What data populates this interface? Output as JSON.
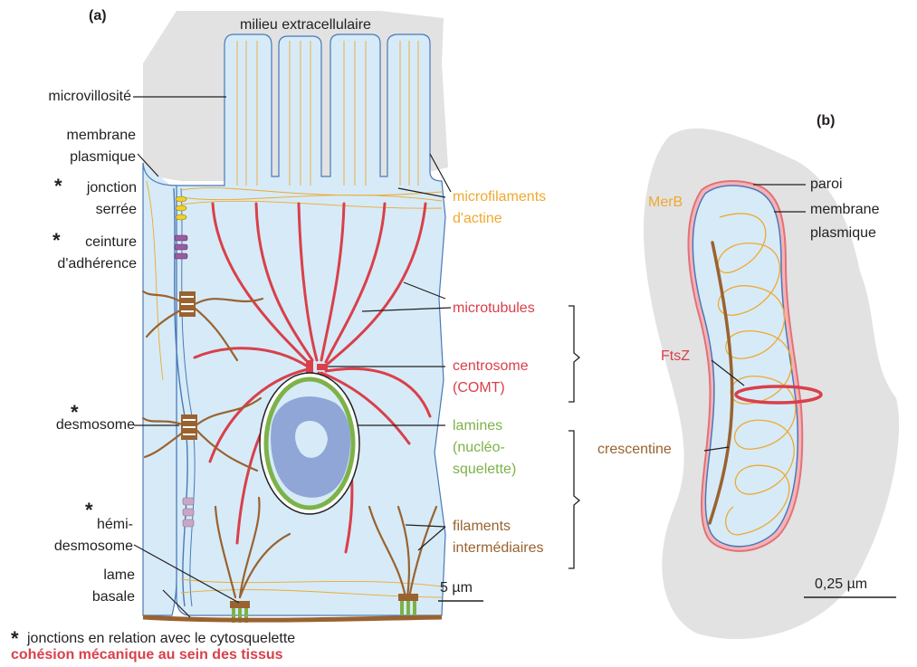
{
  "panel_a": {
    "tag": "(a)",
    "extracellular": "milieu extracellulaire",
    "microvillus": "microvillosité",
    "membrane_l1": "membrane",
    "membrane_l2": "plasmique",
    "tight_l1": "jonction",
    "tight_l2": "serrée",
    "adherens_l1": "ceinture",
    "adherens_l2": "d'adhérence",
    "desmosome": "desmosome",
    "hemi_l1": "hémi-",
    "hemi_l2": "desmosome",
    "lamina_l1": "lame",
    "lamina_l2": "basale",
    "actin_l1": "microfilaments",
    "actin_l2": "d'actine",
    "microtubules": "microtubules",
    "centrosome_l1": "centrosome",
    "centrosome_l2": "(COMT)",
    "lamins_l1": "lamines",
    "lamins_l2": "(nucléo-",
    "lamins_l3": "squelette)",
    "if_l1": "filaments",
    "if_l2": "intermédiaires",
    "scale": "5 µm",
    "footnote": "jonctions en relation avec le cytosquelette",
    "footnote_bold": "cohésion mécanique au sein des tissus",
    "star": "*"
  },
  "panel_b": {
    "tag": "(b)",
    "merb": "MerB",
    "paroi": "paroi",
    "membrane_l1": "membrane",
    "membrane_l2": "plasmique",
    "ftsz": "FtsZ",
    "crescentin": "crescentine",
    "scale": "0,25 µm"
  },
  "colors": {
    "cytoplasm": "#d6ebf7",
    "extracellular_gray": "#e2e2e2",
    "actin": "#f0a830",
    "microtubule": "#d9404a",
    "intermediate": "#9a6230",
    "lamin": "#7db249",
    "membrane": "#4a78b8",
    "nucleoplasm": "#8fa6d6"
  }
}
